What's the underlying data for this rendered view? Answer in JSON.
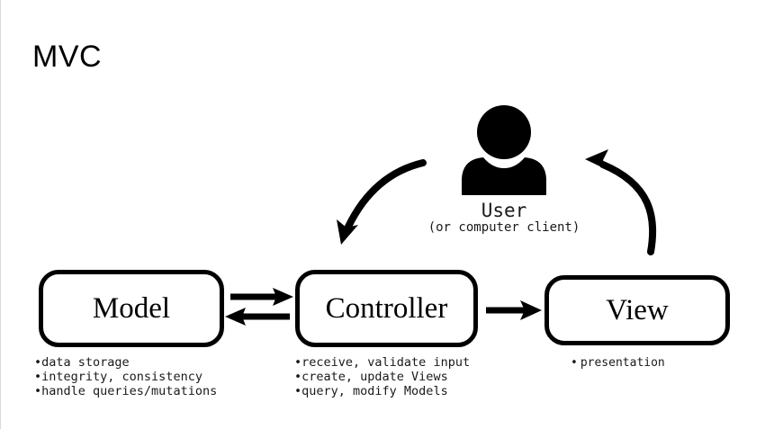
{
  "slide": {
    "title": "MVC",
    "background_color": "#ffffff",
    "ink_color": "#000000"
  },
  "actor": {
    "icon": "user-person-icon",
    "label": "User",
    "sublabel": "(or computer client)"
  },
  "components": [
    {
      "id": "model",
      "label": "Model",
      "bullets": [
        "data storage",
        "integrity, consistency",
        "handle queries/mutations"
      ]
    },
    {
      "id": "controller",
      "label": "Controller",
      "bullets": [
        "receive, validate input",
        "create, update Views",
        "query, modify Models"
      ]
    },
    {
      "id": "view",
      "label": "View",
      "bullets": [
        "presentation"
      ]
    }
  ],
  "connections": [
    {
      "id": "model-to-controller",
      "direction": "right",
      "style": "straight"
    },
    {
      "id": "controller-to-model",
      "direction": "left",
      "style": "straight"
    },
    {
      "id": "controller-to-view",
      "direction": "right",
      "style": "straight"
    },
    {
      "id": "user-to-controller",
      "direction": "down-left",
      "style": "curved"
    },
    {
      "id": "view-to-user",
      "direction": "up-left",
      "style": "curved"
    }
  ],
  "symbols": {
    "bullet": "•"
  }
}
